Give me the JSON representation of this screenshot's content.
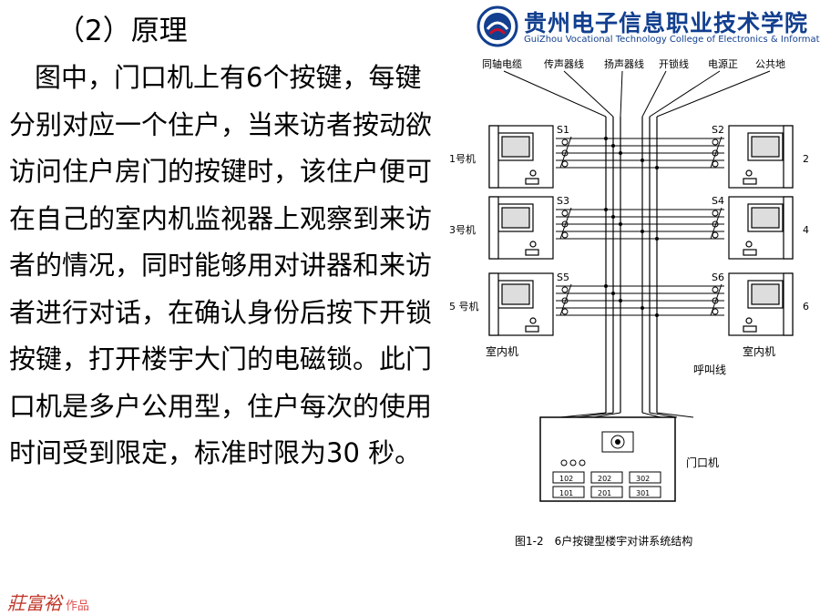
{
  "heading": "（2）原理",
  "paragraph": "图中，门口机上有6个按键，每键分别对应一个住户，当来访者按动欲访问住户房门的按键时，该住户便可在自己的室内机监视器上观察到来访者的情况，同时能够用对讲器和来访者进行对话，在确认身份后按下开锁按键，打开楼宇大门的电磁锁。此门口机是多户公用型，住户每次的使用时间受到限定，标准时限为30 秒。",
  "logo": {
    "name_cn": "贵州电子信息职业技术学院",
    "name_en": "GuiZhou Vocational Technology College of Electronics & Information",
    "colors": {
      "blue": "#123f8f",
      "red": "#c8102e"
    }
  },
  "diagram": {
    "wire_labels": [
      "同轴电缆",
      "传声器线",
      "扬声器线",
      "开锁线",
      "电源正",
      "公共地"
    ],
    "switch_labels": [
      "S1",
      "S2",
      "S3",
      "S4",
      "S5",
      "S6"
    ],
    "unit_labels_left": [
      "1号机",
      "3号机",
      "5 号机"
    ],
    "unit_labels_right": [
      "2",
      "4",
      "6"
    ],
    "indoor_label_left": "室内机",
    "indoor_label_right": "室内机",
    "call_line_label": "呼叫线",
    "door_unit_label": "门口机",
    "keypad_top": [
      "102",
      "202",
      "302"
    ],
    "keypad_bottom": [
      "101",
      "201",
      "301"
    ],
    "caption": "图1-2　6户按键型楼宇对讲系统结构"
  },
  "author": {
    "name": "莊富裕",
    "suffix": "作品"
  }
}
